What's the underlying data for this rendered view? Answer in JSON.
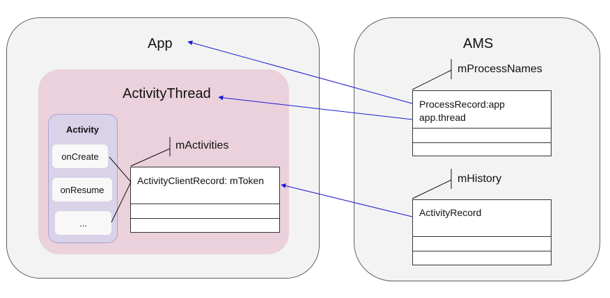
{
  "app": {
    "title": "App",
    "activity_thread": {
      "title": "ActivityThread",
      "activity": {
        "title": "Activity",
        "methods": [
          "onCreate",
          "onResume",
          "..."
        ]
      },
      "m_activities": {
        "label": "mActivities",
        "record": "ActivityClientRecord: mToken"
      }
    }
  },
  "ams": {
    "title": "AMS",
    "m_process_names": {
      "label": "mProcessNames",
      "record_line1": "ProcessRecord:app",
      "record_line2": "app.thread"
    },
    "m_history": {
      "label": "mHistory",
      "record": "ActivityRecord"
    }
  },
  "colors": {
    "container_fill": "#f3f3f3",
    "activity_thread_fill": "#ead1dc",
    "activity_fill": "#d9d2e9",
    "arrow": "#1a1ad0"
  }
}
